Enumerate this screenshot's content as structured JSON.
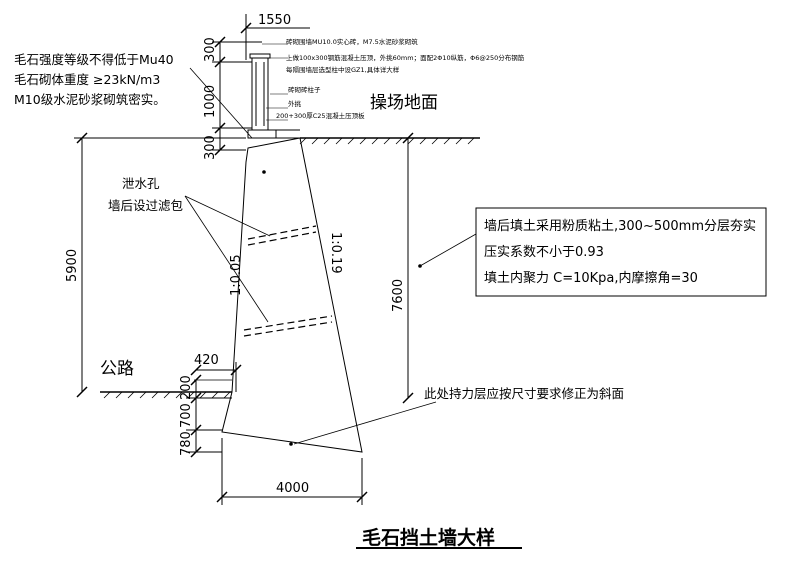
{
  "title": "毛石挡土墙大样",
  "left_notes": {
    "line1": "毛石强度等级不得低于Mu40",
    "line2": "毛石砌体重度 ≥23kN/m3",
    "line3": "M10级水泥砂浆砌筑密实。"
  },
  "fence_notes": {
    "n1": "砖砌围墙MU10.0实心砖，M7.5水泥砂浆砌筑",
    "n2": "上做100x300钢筋混凝土压顶，外挑60mm；面配2Φ10纵筋，Φ6@250分布钢筋",
    "n3": "每隔围墙层选型柱中设GZ1,具体详大样",
    "n4": "砖砌砖柱子",
    "n5": "外挑",
    "n6": "200+300厚C25混凝土压顶板"
  },
  "ground_labels": {
    "playground": "操场地面",
    "road": "公路"
  },
  "drain_notes": {
    "line1": "泄水孔",
    "line2": "墙后设过滤包"
  },
  "slopes": {
    "front": "1:0.05",
    "back": "1:0.19"
  },
  "backfill_notes": {
    "line1": "墙后填土采用粉质粘土,300~500mm分层夯实",
    "line2": "压实系数不小于0.93",
    "line3": "填土内聚力 C=10Kpa,内摩擦角=30"
  },
  "base_note": "此处持力层应按尺寸要求修正为斜面",
  "dimensions": {
    "top_width": "1550",
    "d300a": "300",
    "d1000": "1000",
    "d300b": "300",
    "d5900": "5900",
    "d7600": "7600",
    "d420": "420",
    "d200": "200",
    "d700": "700",
    "d780": "780",
    "base_width": "4000"
  }
}
